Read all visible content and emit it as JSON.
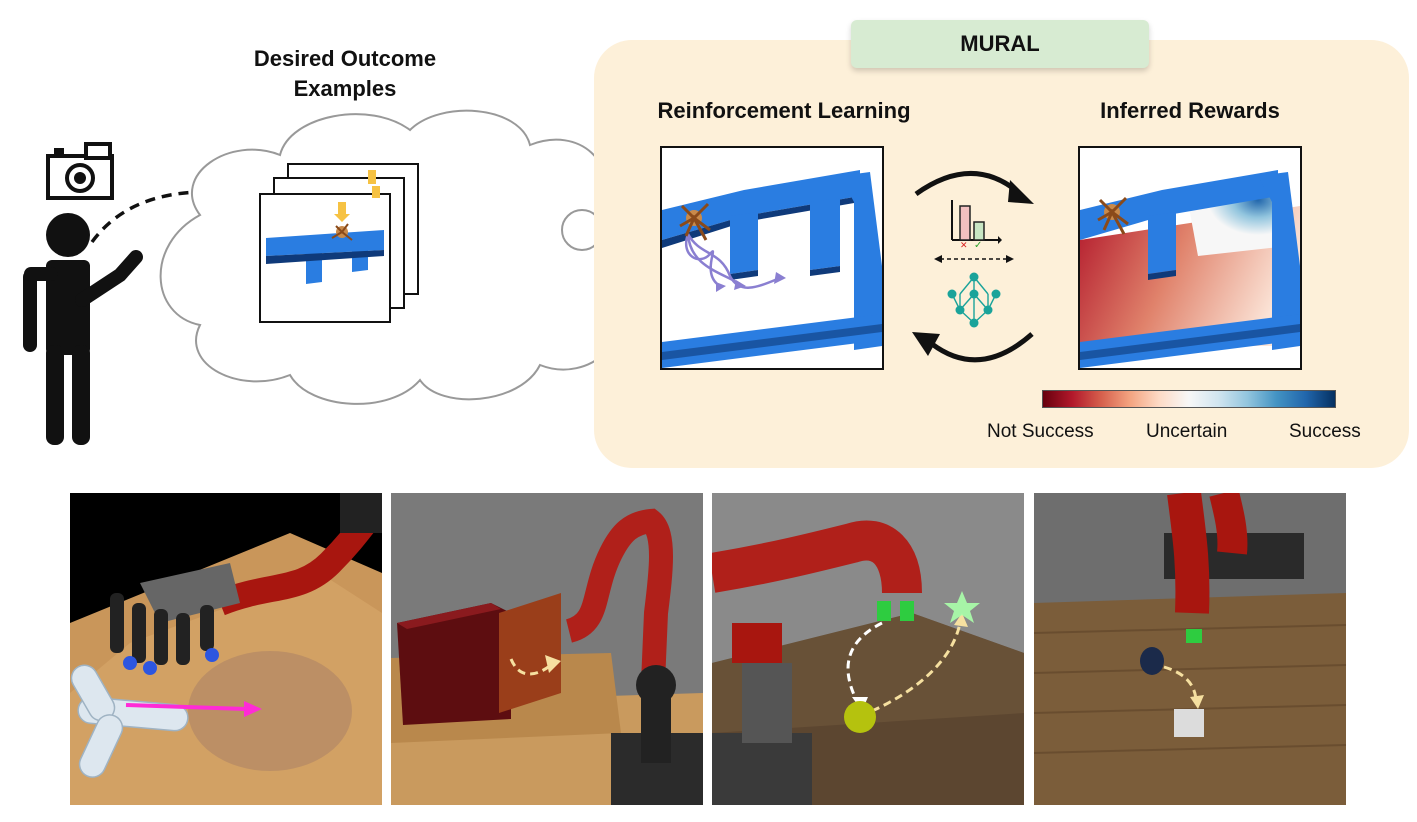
{
  "outcome_title": "Desired Outcome\nExamples",
  "mural_label": "MURAL",
  "rl_title": "Reinforcement Learning",
  "rewards_title": "Inferred Rewards",
  "colorbar": {
    "left_label": "Not Success",
    "mid_label": "Uncertain",
    "right_label": "Success",
    "colors": [
      "#67000d",
      "#b2182b",
      "#d6604d",
      "#f4a582",
      "#fddbc7",
      "#f7f7f7",
      "#d1e5f0",
      "#92c5de",
      "#4393c3",
      "#2166ac",
      "#053061"
    ]
  },
  "colors": {
    "panel_bg": "#fdf0d9",
    "tag_bg": "#d7ebd2",
    "maze_blue": "#2a7de1",
    "trajectory_purple": "#8a7fd1",
    "network_teal": "#1aa39a",
    "robot_red": "#b0201a",
    "magenta_arrow": "#ff2bd6"
  },
  "icons": [
    "camera-icon",
    "person-icon",
    "thought-cloud-icon",
    "bar-chart-icon",
    "neural-network-icon"
  ],
  "task_scenes": [
    "dexterous-hand-scene",
    "door-opening-scene",
    "ball-pushing-scene",
    "object-placement-scene"
  ]
}
